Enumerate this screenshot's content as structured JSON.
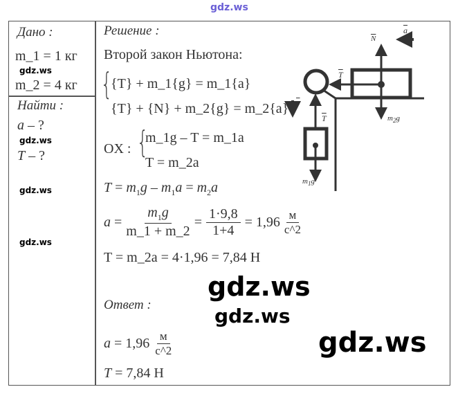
{
  "watermark": "gdz.ws",
  "given": {
    "title": "Дано :",
    "items": [
      "m_1 = 1 кг",
      "m_2 = 4 кг"
    ]
  },
  "find": {
    "title": "Найти :",
    "items": [
      "a – ?",
      "T – ?"
    ]
  },
  "solution": {
    "title": "Решение :",
    "law": "Второй закон Ньютона:",
    "system1": [
      "{T} + m_1{g} = m_1{a}",
      "{T} + {N} + m_2{g} = m_2{a}"
    ],
    "ox_label": "OX :",
    "system2": [
      "m_1g – T = m_1a",
      "T = m_2a"
    ],
    "line3": "T = m_1g – m_1a = m_2a",
    "line4": {
      "lhs": "a =",
      "num1": "m_1g",
      "den1": "m_1 + m_2",
      "eq": "=",
      "num2": "1·9,8",
      "den2": "1+4",
      "res": "= 1,96",
      "unit_num": "м",
      "unit_den": "с^2"
    },
    "line5": "T = m_2a = 4·1,96 = 7,84 Н"
  },
  "answer": {
    "title": "Ответ :",
    "a_lhs": "a = 1,96",
    "unit_num": "м",
    "unit_den": "с^2",
    "t": "T = 7,84 Н"
  },
  "diagram": {
    "labels": {
      "N": "N",
      "a": "a",
      "T": "T",
      "m2g": "m_2g",
      "m1g": "m_1g"
    }
  }
}
